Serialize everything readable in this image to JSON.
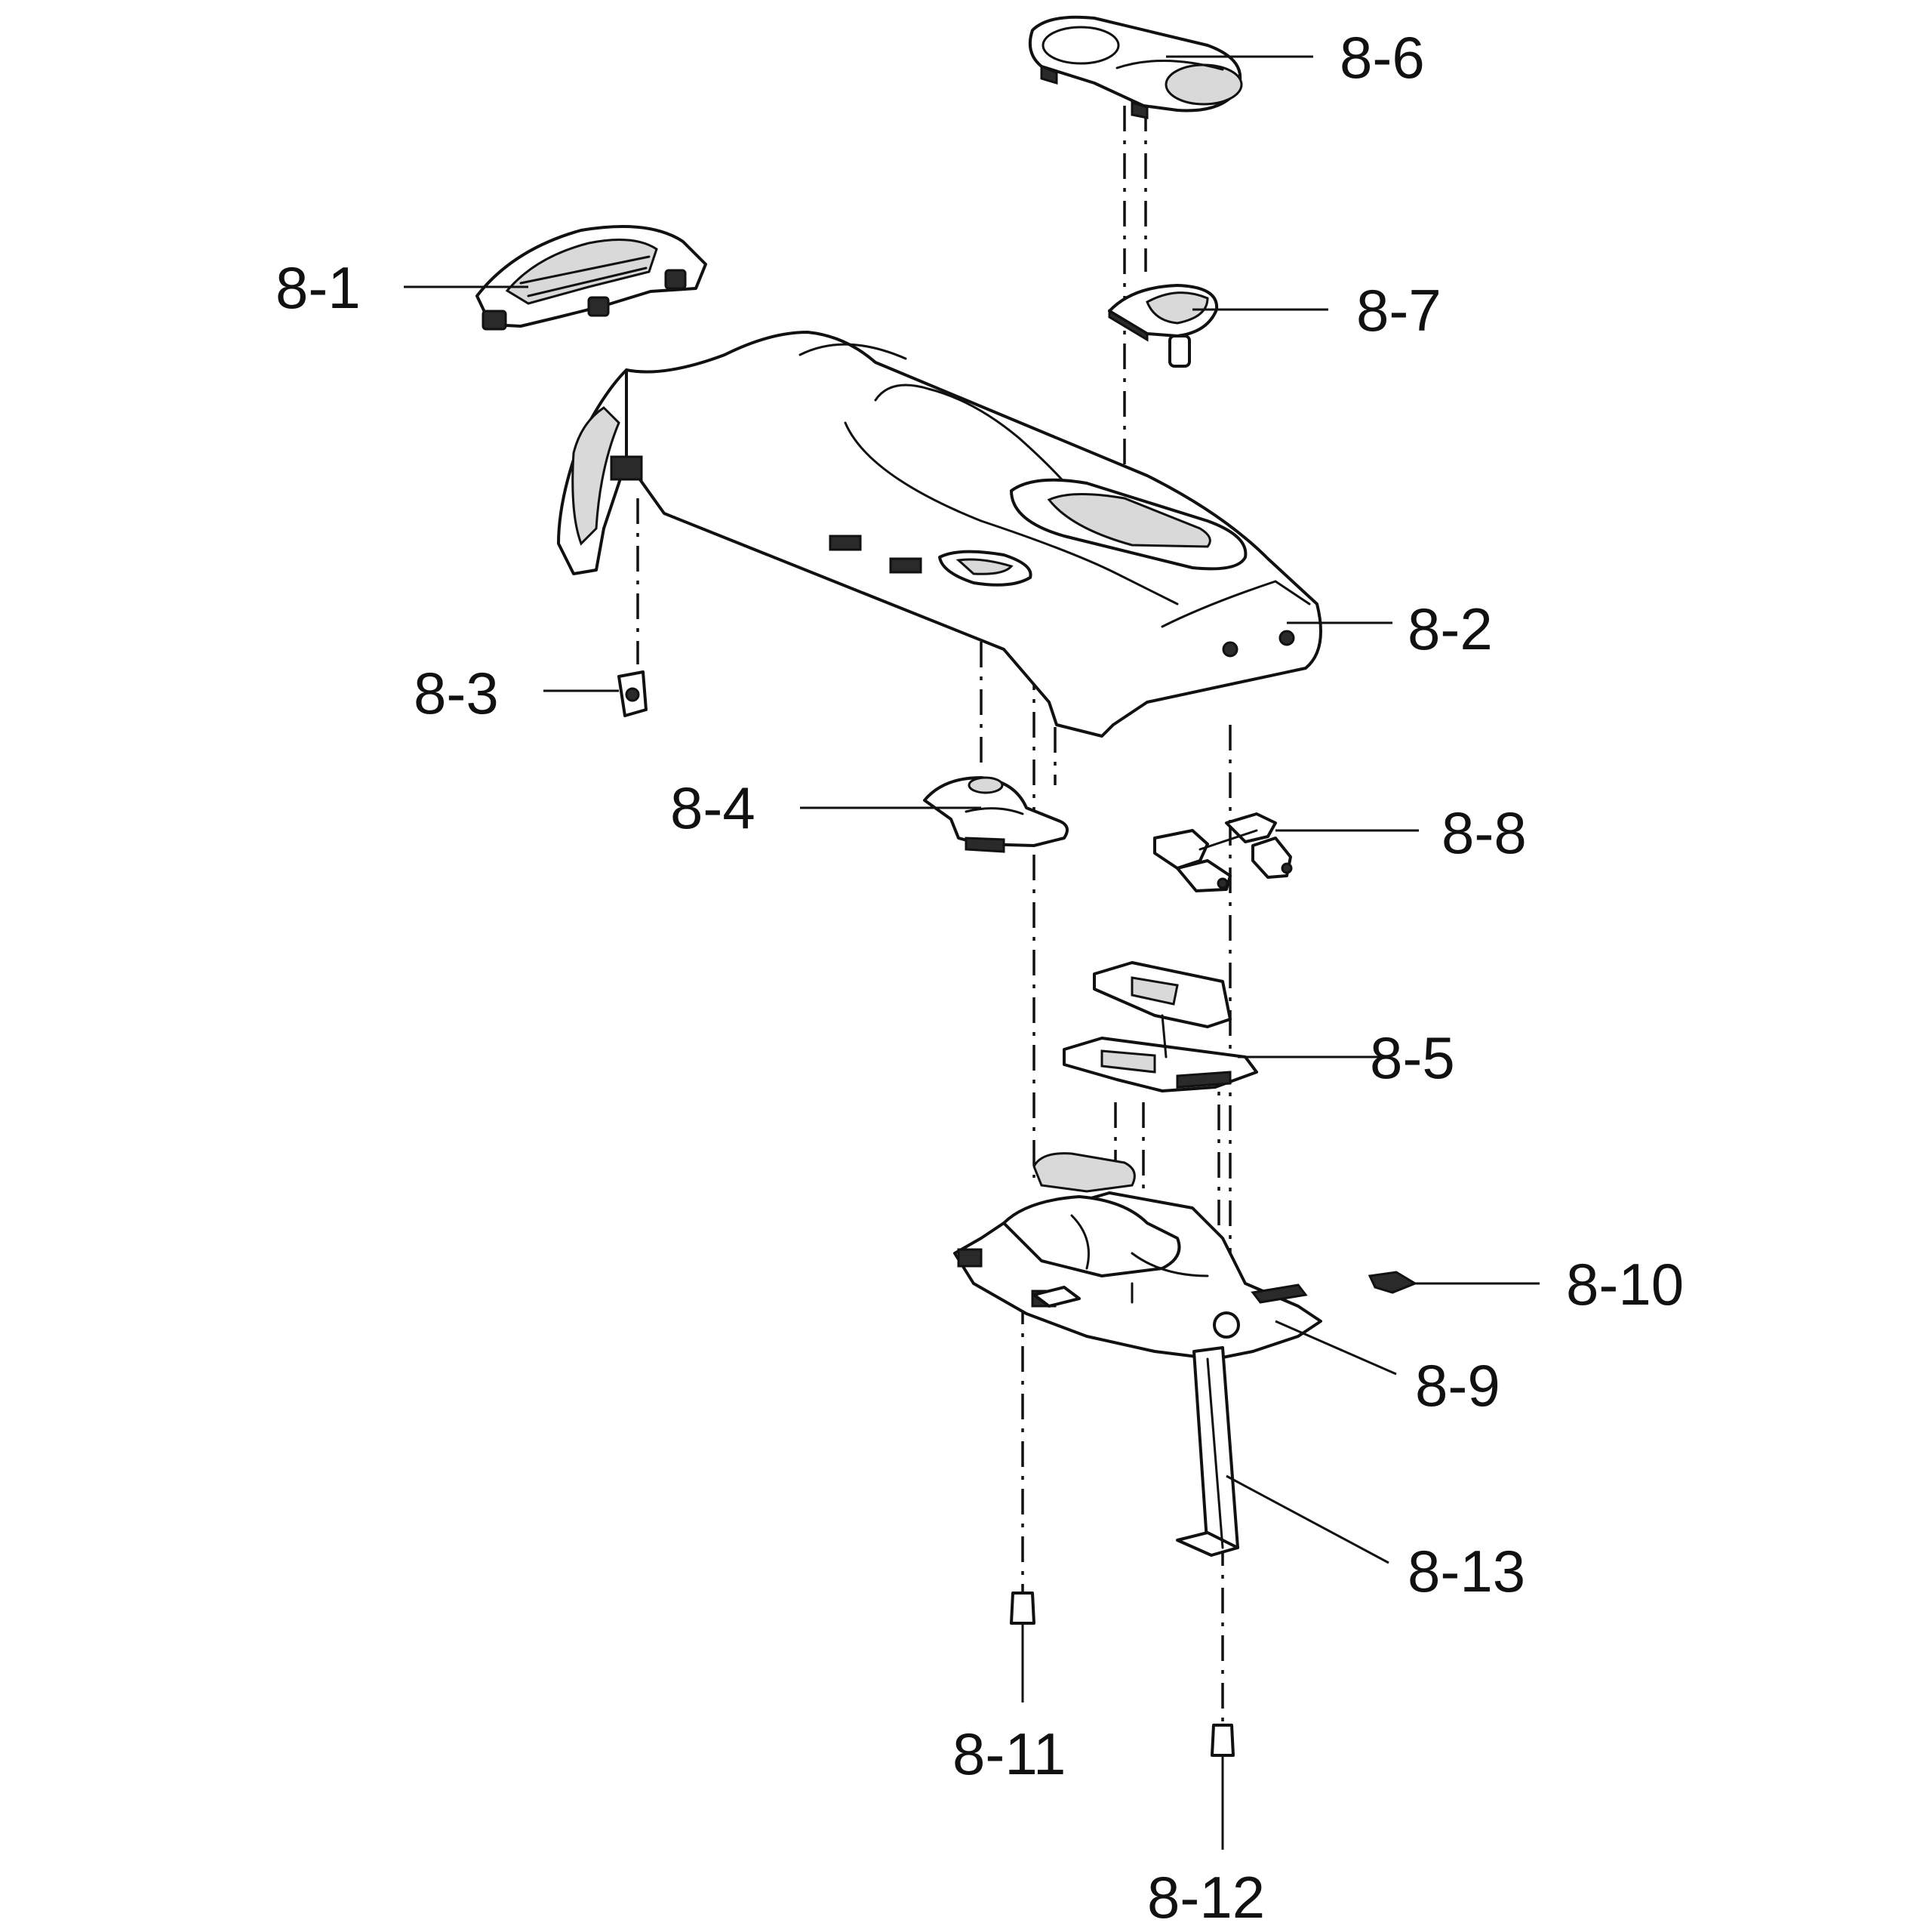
{
  "callouts": {
    "p8_1": "8-1",
    "p8_2": "8-2",
    "p8_3": "8-3",
    "p8_4": "8-4",
    "p8_5": "8-5",
    "p8_6": "8-6",
    "p8_7": "8-7",
    "p8_8": "8-8",
    "p8_9": "8-9",
    "p8_10": "8-10",
    "p8_11": "8-11",
    "p8_12": "8-12",
    "p8_13": "8-13"
  },
  "colors": {
    "line": "#111111",
    "background": "#ffffff"
  }
}
